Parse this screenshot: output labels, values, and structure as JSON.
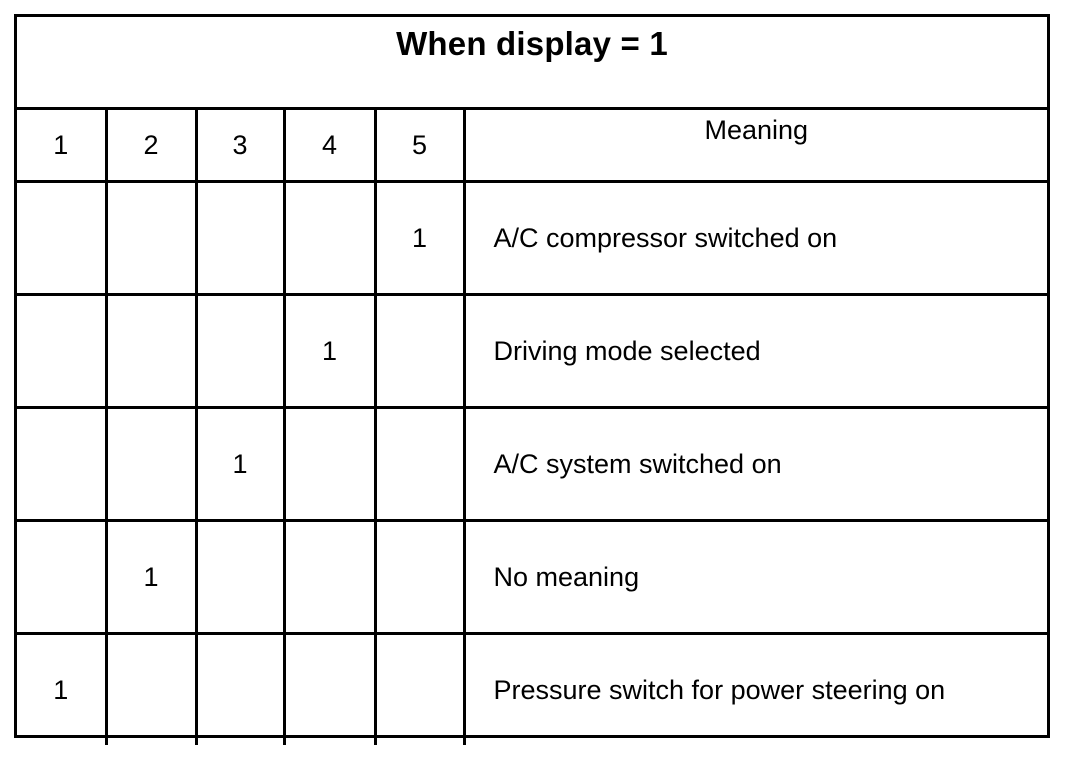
{
  "table": {
    "title": "When display = 1",
    "columns": [
      "1",
      "2",
      "3",
      "4",
      "5",
      "Meaning"
    ],
    "rows": [
      {
        "bits": [
          "",
          "",
          "",
          "",
          "1"
        ],
        "meaning": "A/C compressor switched on"
      },
      {
        "bits": [
          "",
          "",
          "",
          "1",
          ""
        ],
        "meaning": "Driving mode selected"
      },
      {
        "bits": [
          "",
          "",
          "1",
          "",
          ""
        ],
        "meaning": "A/C system switched on"
      },
      {
        "bits": [
          "",
          "1",
          "",
          "",
          ""
        ],
        "meaning": "No meaning"
      },
      {
        "bits": [
          "1",
          "",
          "",
          "",
          ""
        ],
        "meaning": "Pressure switch for power steering on"
      }
    ]
  }
}
